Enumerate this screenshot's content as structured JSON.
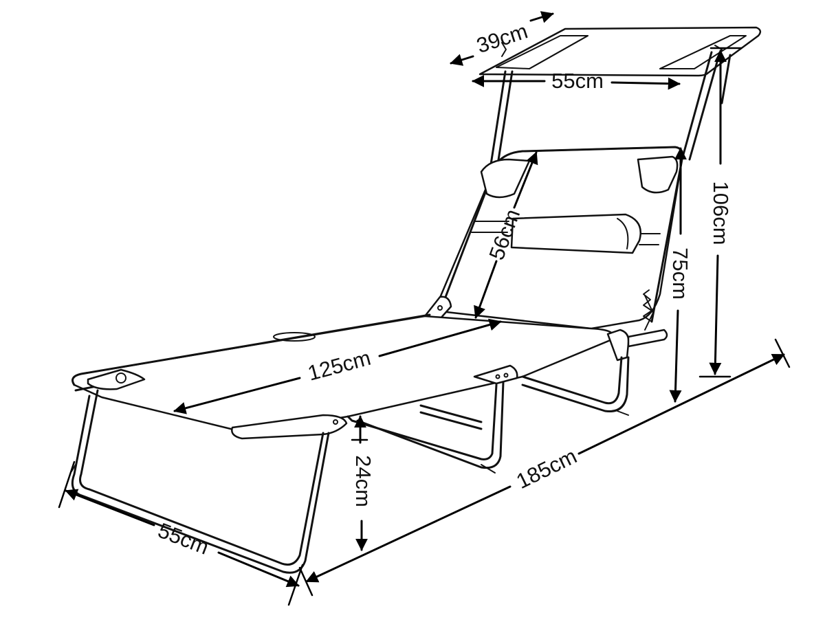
{
  "dimensions": {
    "canopy_depth": "39cm",
    "canopy_width": "55cm",
    "backrest_length": "56cm",
    "backrest_height": "75cm",
    "total_height": "106cm",
    "seat_length": "125cm",
    "seat_height": "24cm",
    "total_length": "185cm",
    "width": "55cm"
  }
}
